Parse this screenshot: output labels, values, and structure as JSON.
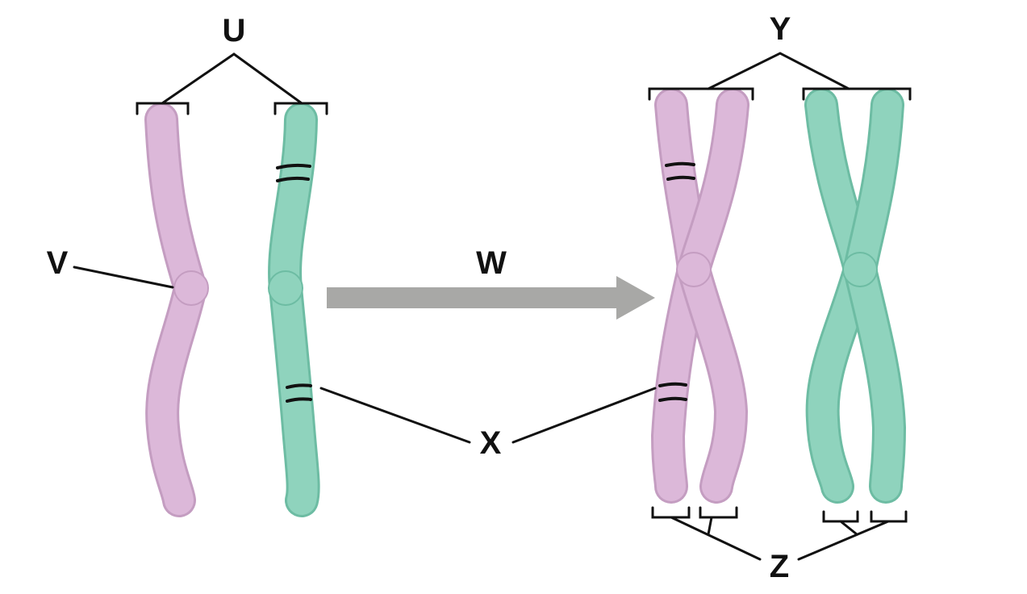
{
  "labels": {
    "u": "U",
    "v": "V",
    "w": "W",
    "x": "X",
    "y": "Y",
    "z": "Z"
  },
  "colors": {
    "maternal_fill": "#dcb8d9",
    "maternal_edge": "#c49dc1",
    "paternal_fill": "#8fd3bd",
    "paternal_edge": "#6dbca3",
    "arrow": "#a8a8a6",
    "line": "#111111"
  }
}
